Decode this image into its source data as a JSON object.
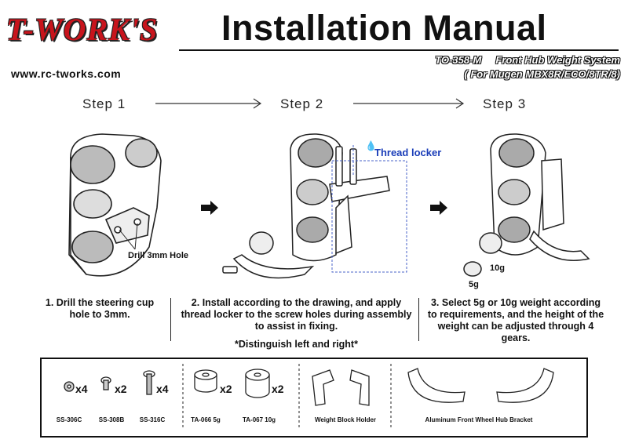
{
  "header": {
    "logo_text": "T-WORK'S",
    "website": "www.rc-tworks.com",
    "title": "Installation Manual",
    "product_code": "TO-358-M",
    "product_name": "Front Hub Weight System",
    "compatibility": "( For Mugen MBX8R/ECO/8TR/8)"
  },
  "steps": [
    {
      "label": "Step 1",
      "caption": "1. Drill the steering cup hole to 3mm.",
      "callout": "Drill 3mm Hole"
    },
    {
      "label": "Step 2",
      "caption": "2. Install according to the drawing, and apply thread locker to the screw holes during assembly to assist in fixing.",
      "callout": "Thread locker",
      "note": "*Distinguish left and right*"
    },
    {
      "label": "Step 3",
      "caption": "3. Select 5g or 10g weight according to requirements, and the height of the weight can be adjusted through 4 gears.",
      "weight_labels": [
        "10g",
        "5g"
      ]
    }
  ],
  "parts": [
    {
      "code": "SS-306C",
      "qty": "x4"
    },
    {
      "code": "SS-308B",
      "qty": "x2"
    },
    {
      "code": "SS-316C",
      "qty": "x4"
    },
    {
      "code": "TA-066 5g",
      "qty": "x2"
    },
    {
      "code": "TA-067 10g",
      "qty": "x2"
    },
    {
      "code": "Weight Block Holder",
      "qty": ""
    },
    {
      "code": "Aluminum Front Wheel Hub Bracket",
      "qty": ""
    }
  ],
  "colors": {
    "logo_red": "#c8141c",
    "thread_locker_blue": "#1a3db8"
  }
}
